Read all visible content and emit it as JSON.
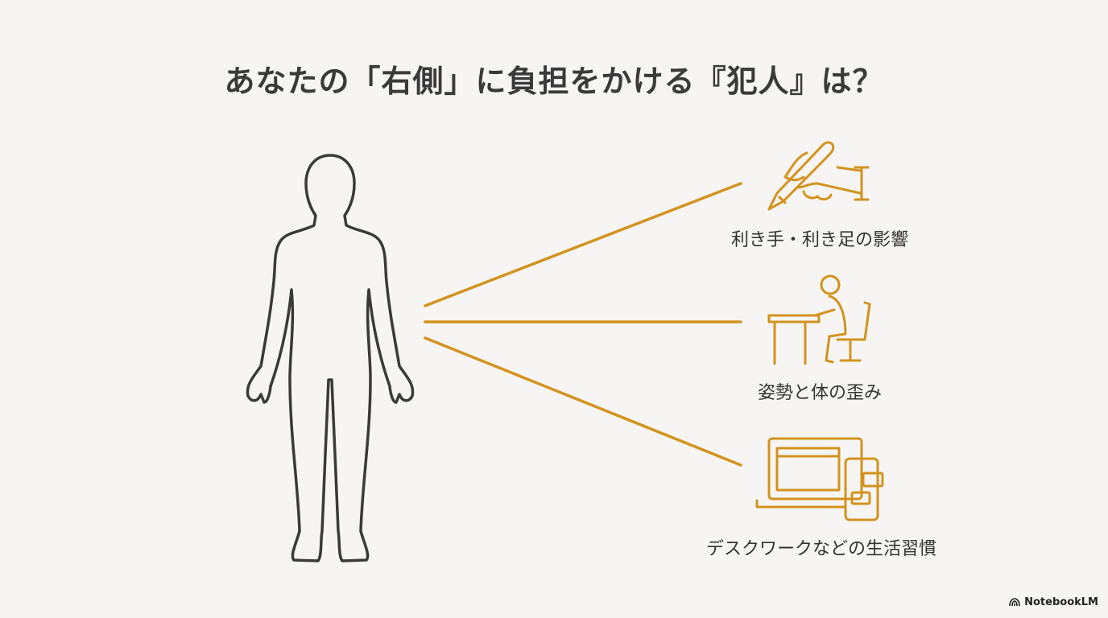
{
  "title": "あなたの「右側」に負担をかける『犯人』は？",
  "causes": [
    {
      "label": "利き手・利き足の影響",
      "icon": "hand-writing-pen-icon"
    },
    {
      "label": "姿勢と体の歪み",
      "icon": "person-sitting-at-desk-icon"
    },
    {
      "label": "デスクワークなどの生活習慣",
      "icon": "laptop-and-smartphone-icon"
    }
  ],
  "brand": "NotebookLM",
  "colors": {
    "accent": "#D3921F",
    "outline": "#3a3a3a",
    "background": "#f6f5f3"
  }
}
